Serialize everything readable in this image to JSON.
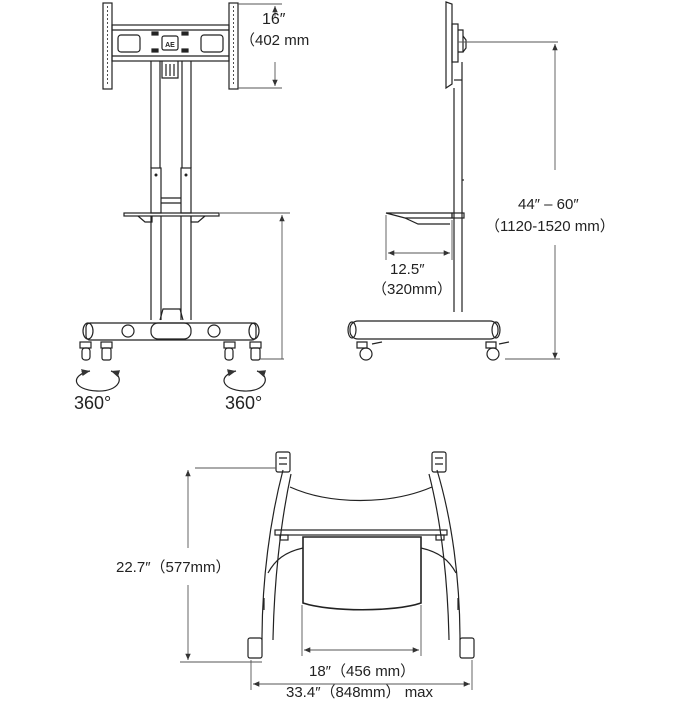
{
  "front_view": {
    "vesa_height": {
      "inches": "16″",
      "mm": "（402 mm"
    },
    "rotation_left": "360°",
    "rotation_right": "360°"
  },
  "side_view": {
    "height_range": {
      "inches": "44″ – 60″",
      "mm": "（1120-1520 mm）"
    },
    "shelf_depth": {
      "inches": "12.5″",
      "mm": "（320mm）"
    }
  },
  "top_view": {
    "base_depth": "22.7″（577mm）",
    "shelf_width": "18″（456 mm）",
    "base_width": "33.4″（848mm） max"
  },
  "colors": {
    "line": "#222222",
    "dim_line": "#555555",
    "background": "#ffffff"
  }
}
